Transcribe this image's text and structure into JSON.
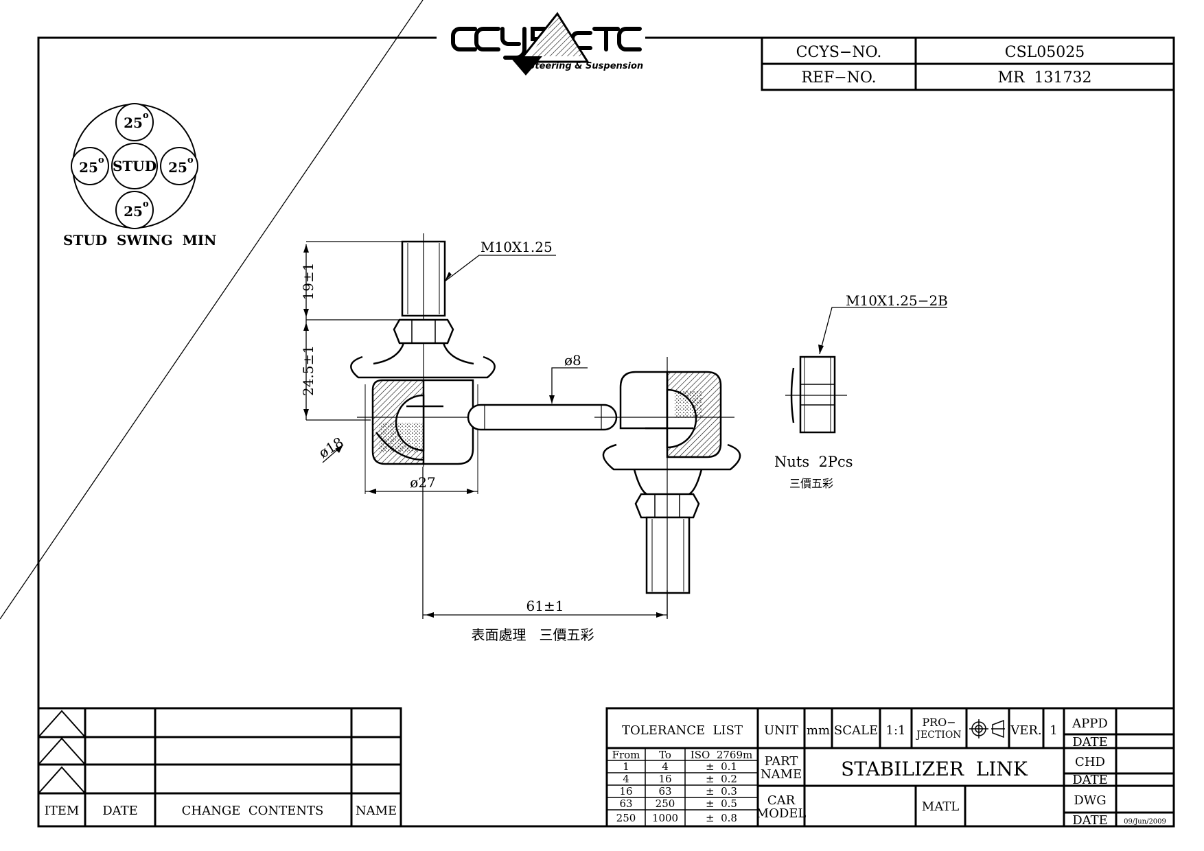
{
  "logo": {
    "brand": "CCYS CTC",
    "tagline": "Steering & Suspension"
  },
  "header": {
    "ccys_no_label": "CCYS−NO.",
    "ccys_no_value": "CSL05025",
    "ref_no_label": "REF−NO.",
    "ref_no_value": "MR  131732"
  },
  "swing": {
    "angle": "25",
    "degree": "o",
    "center": "STUD",
    "caption": "STUD  SWING  MIN"
  },
  "dims": {
    "thread": "M10X1.25",
    "height_top": "19±1",
    "height_mid": "24.5±1",
    "ball_dia": "ø18",
    "housing_dia": "ø27",
    "rod_dia": "ø8",
    "length": "61±1",
    "surface": "表面處理   三價五彩"
  },
  "nut": {
    "thread": "M10X1.25−2B",
    "caption": "Nuts  2Pcs",
    "finish": "三價五彩"
  },
  "revision": {
    "headers": [
      "ITEM",
      "DATE",
      "CHANGE  CONTENTS",
      "NAME"
    ]
  },
  "title_block": {
    "tolerance_title": "TOLERANCE  LIST",
    "tol_headers": [
      "From",
      "To",
      "ISO  2769m"
    ],
    "tol_rows": [
      [
        "1",
        "4",
        "±  0.1"
      ],
      [
        "4",
        "16",
        "±  0.2"
      ],
      [
        "16",
        "63",
        "±  0.3"
      ],
      [
        "63",
        "250",
        "±  0.5"
      ],
      [
        "250",
        "1000",
        "±  0.8"
      ]
    ],
    "unit_label": "UNIT",
    "unit_value": "mm",
    "scale_label": "SCALE",
    "scale_value": "1:1",
    "projection_label_1": "PRO−",
    "projection_label_2": "JECTION",
    "ver_label": "VER.",
    "ver_value": "1",
    "part_name_label_1": "PART",
    "part_name_label_2": "NAME",
    "part_name_value": "STABILIZER  LINK",
    "car_model_label_1": "CAR",
    "car_model_label_2": "MODEL",
    "matl_label": "MATL",
    "appd_label": "APPD",
    "chd_label": "CHD",
    "dwg_label": "DWG",
    "date_label": "DATE",
    "dwg_date": "09/Jun/2009"
  }
}
